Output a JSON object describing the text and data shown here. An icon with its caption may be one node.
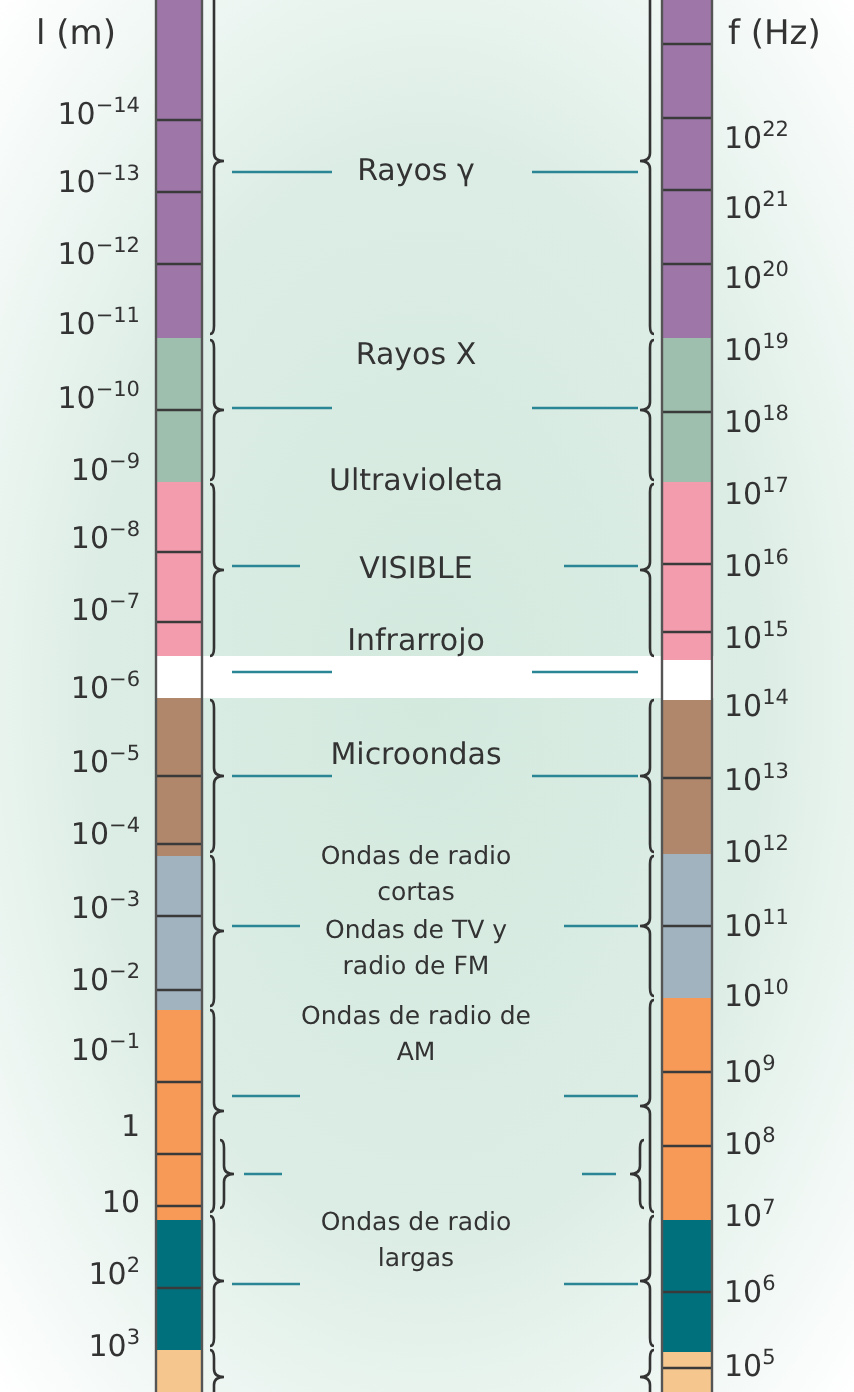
{
  "diagram": {
    "labels": [
      "l (m)",
      "f (Hz)",
      "10$^{−14}$",
      "10$^{−13}$",
      "10$^{−12}$",
      "10$^{−11}$",
      "10$^{−10}$",
      "10$^{−9}$",
      "10$^{−8}$",
      "10$^{−7}$",
      "10$^{−6}$",
      "10$^{−5}$",
      "10$^{−4}$",
      "10$^{−3}$",
      "10$^{−2}$",
      "10$^{−1}$",
      "1",
      "10",
      "10$^{2}$",
      "10$^{3}$",
      "Rayos γ",
      "Rayos X",
      "Ultravioleta",
      "VISIBLE",
      "Infrarrojo",
      "Microondas",
      "Ondas de radio cortas",
      "Ondas de TV y radio de FM",
      "Ondas de radio de AM",
      "Ondas de radio largas",
      "10$^{22}$",
      "10$^{21}$",
      "10$^{20}$",
      "10$^{19}$",
      "10$^{18}$",
      "10$^{17}$",
      "10$^{16}$",
      "10$^{15}$",
      "10$^{14}$",
      "10$^{13}$",
      "10$^{12}$",
      "10$^{11}$",
      "10$^{10}$",
      "10$^{9}$",
      "10$^{8}$",
      "10$^{7}$",
      "10$^{6}$",
      "10$^{5}$"
    ]
  }
}
